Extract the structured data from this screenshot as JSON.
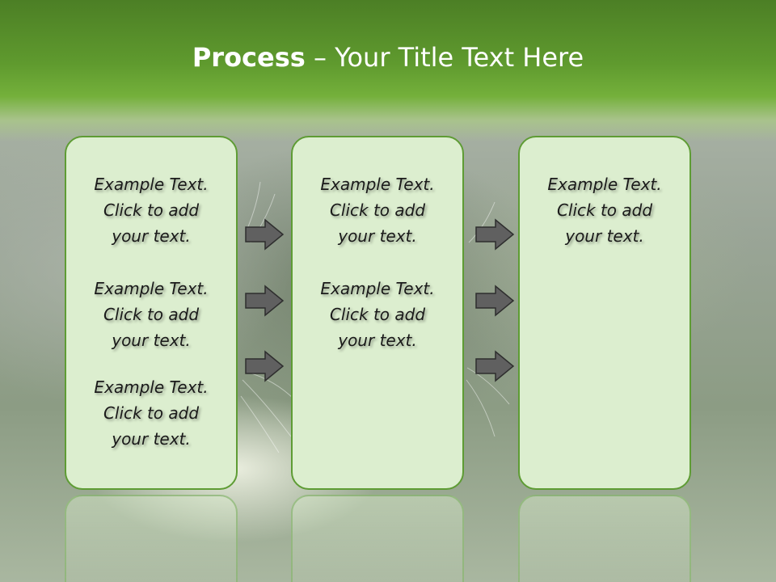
{
  "title": {
    "bold": "Process",
    "rest": " – Your Title Text Here"
  },
  "colors": {
    "header_green": "#5f9a2e",
    "panel_fill": "#dceecf",
    "panel_border": "#5e9c34",
    "arrow_gray": "#606060"
  },
  "panels": [
    {
      "blocks": [
        {
          "line1": "Example Text.",
          "line2": "Click  to add",
          "line3": "your text."
        },
        {
          "line1": "Example Text.",
          "line2": "Click  to add",
          "line3": "your text."
        },
        {
          "line1": "Example Text.",
          "line2": "Click  to add",
          "line3": "your text."
        }
      ]
    },
    {
      "blocks": [
        {
          "line1": "Example Text.",
          "line2": "Click  to add",
          "line3": "your text."
        },
        {
          "line1": "Example Text.",
          "line2": "Click  to add",
          "line3": "your text."
        }
      ]
    },
    {
      "blocks": [
        {
          "line1": "Example Text.",
          "line2": "Click  to add",
          "line3": "your text."
        }
      ]
    }
  ],
  "arrows": {
    "icon": "right-arrow-icon",
    "count_per_gap": 3
  }
}
